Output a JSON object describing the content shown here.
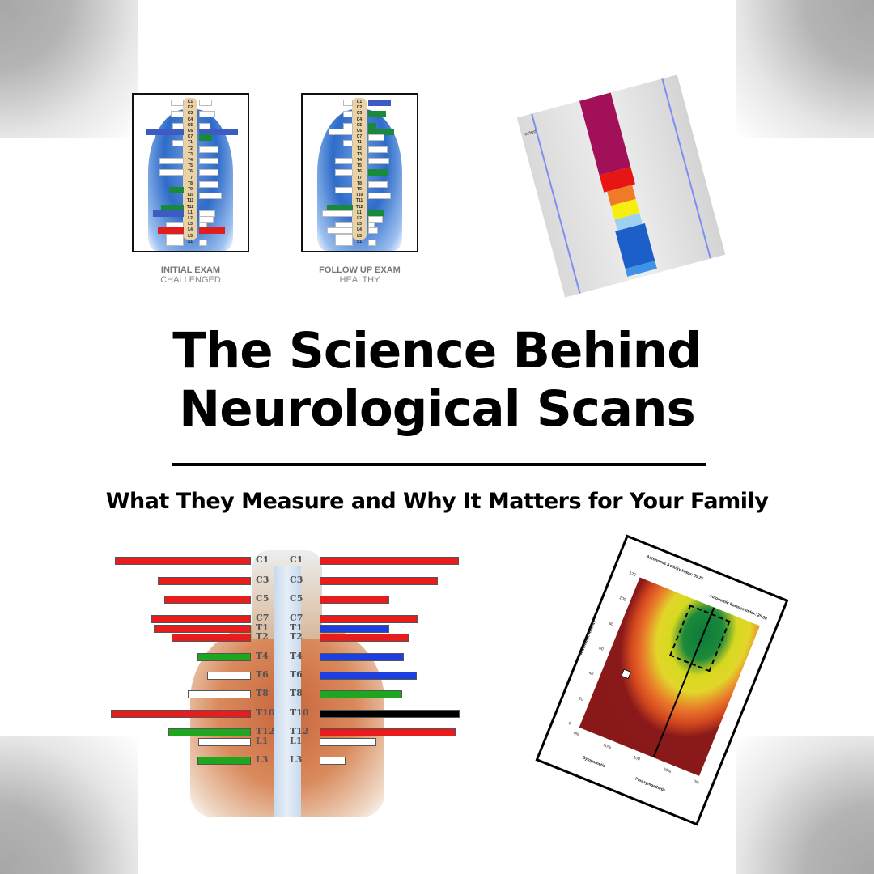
{
  "header": {
    "title_line1": "The Science Behind",
    "title_line2": "Neurological Scans",
    "subtitle": "What They Measure and Why It Matters for Your Family"
  },
  "exams": [
    {
      "caption_title": "INITIAL EXAM",
      "caption_status": "CHALLENGED",
      "vertebrae": [
        "C1",
        "C2",
        "C3",
        "C4",
        "C5",
        "C6",
        "C7",
        "T1",
        "T2",
        "T3",
        "T4",
        "T5",
        "T6",
        "T7",
        "T8",
        "T9",
        "T10",
        "T11",
        "T12",
        "L1",
        "L2",
        "L3",
        "L4",
        "L5",
        "S1"
      ]
    },
    {
      "caption_title": "FOLLOW UP EXAM",
      "caption_status": "HEALTHY",
      "vertebrae": [
        "C1",
        "C2",
        "C3",
        "C4",
        "C5",
        "C6",
        "C7",
        "T1",
        "T2",
        "T3",
        "T4",
        "T5",
        "T6",
        "T7",
        "T8",
        "T9",
        "T10",
        "T11",
        "T12",
        "L1",
        "L2",
        "L3",
        "L4",
        "L5",
        "S1"
      ]
    }
  ],
  "thermal_scan": {
    "label": "ected",
    "segments": [
      {
        "color": "#a3105a",
        "height": 95
      },
      {
        "color": "#e81515",
        "height": 22
      },
      {
        "color": "#f07a25",
        "height": 18
      },
      {
        "color": "#f5ee10",
        "height": 18
      },
      {
        "color": "#9ed0f2",
        "height": 14
      },
      {
        "color": "#1c5fc9",
        "height": 48
      },
      {
        "color": "#3d93e8",
        "height": 10
      }
    ]
  },
  "muscle_chart": {
    "rows": [
      {
        "label": "C1",
        "left": {
          "w": 168,
          "c": "#e81c1c"
        },
        "right": {
          "w": 172,
          "c": "#e81c1c"
        },
        "y": 8
      },
      {
        "label": "C3",
        "left": {
          "w": 115,
          "c": "#e81c1c"
        },
        "right": {
          "w": 146,
          "c": "#e81c1c"
        },
        "y": 33
      },
      {
        "label": "C5",
        "left": {
          "w": 107,
          "c": "#e81c1c"
        },
        "right": {
          "w": 86,
          "c": "#e81c1c"
        },
        "y": 56
      },
      {
        "label": "C7",
        "left": {
          "w": 123,
          "c": "#e81c1c"
        },
        "right": {
          "w": 121,
          "c": "#e81c1c"
        },
        "y": 80
      },
      {
        "label": "T1",
        "left": {
          "w": 120,
          "c": "#e81c1c"
        },
        "right": {
          "w": 86,
          "c": "#1e3fe0"
        },
        "y": 92
      },
      {
        "label": "T2",
        "left": {
          "w": 98,
          "c": "#e81c1c"
        },
        "right": {
          "w": 110,
          "c": "#e81c1c"
        },
        "y": 103
      },
      {
        "label": "T4",
        "left": {
          "w": 66,
          "c": "#1fa61f"
        },
        "right": {
          "w": 104,
          "c": "#1e3fe0"
        },
        "y": 127
      },
      {
        "label": "T6",
        "left": {
          "w": 54,
          "c": "#ffffff"
        },
        "right": {
          "w": 120,
          "c": "#1e3fe0"
        },
        "y": 150
      },
      {
        "label": "T8",
        "left": {
          "w": 78,
          "c": "#ffffff"
        },
        "right": {
          "w": 102,
          "c": "#1fa61f"
        },
        "y": 173
      },
      {
        "label": "T10",
        "left": {
          "w": 173,
          "c": "#e81c1c"
        },
        "right": {
          "w": 173,
          "c": "#000000"
        },
        "y": 197
      },
      {
        "label": "T12",
        "left": {
          "w": 102,
          "c": "#1fa61f"
        },
        "right": {
          "w": 168,
          "c": "#e81c1c"
        },
        "y": 220
      },
      {
        "label": "L1",
        "left": {
          "w": 65,
          "c": "#ffffff"
        },
        "right": {
          "w": 70,
          "c": "#ffffff"
        },
        "y": 232
      },
      {
        "label": "L3",
        "left": {
          "w": 66,
          "c": "#1fa61f"
        },
        "right": {
          "w": 32,
          "c": "#ffffff"
        },
        "y": 255
      }
    ]
  },
  "chart_data": {
    "type": "heatmap",
    "title": "Autonomic Activity Index: 55.25",
    "subtitle": "Autonomic Balance Index: 25.38",
    "ylabel": "Autonomic Activity",
    "xlabel_left": "Sympathetic",
    "xlabel_right": "Parasympathetic",
    "yticks": [
      0,
      20,
      40,
      60,
      80,
      100,
      120
    ],
    "ylim": [
      0,
      120
    ],
    "xticks": [
      "0%",
      "50%",
      "100",
      "50%",
      "0%"
    ],
    "patient_point": {
      "x_position": "sympathetic side",
      "y": 43
    },
    "target_zone": {
      "y_range": [
        65,
        105
      ],
      "centered_on_midline": true
    },
    "color_scale": [
      "#891818",
      "#d4471f",
      "#e9772a",
      "#e2d62a",
      "#7fae2c",
      "#0d7a37"
    ]
  }
}
